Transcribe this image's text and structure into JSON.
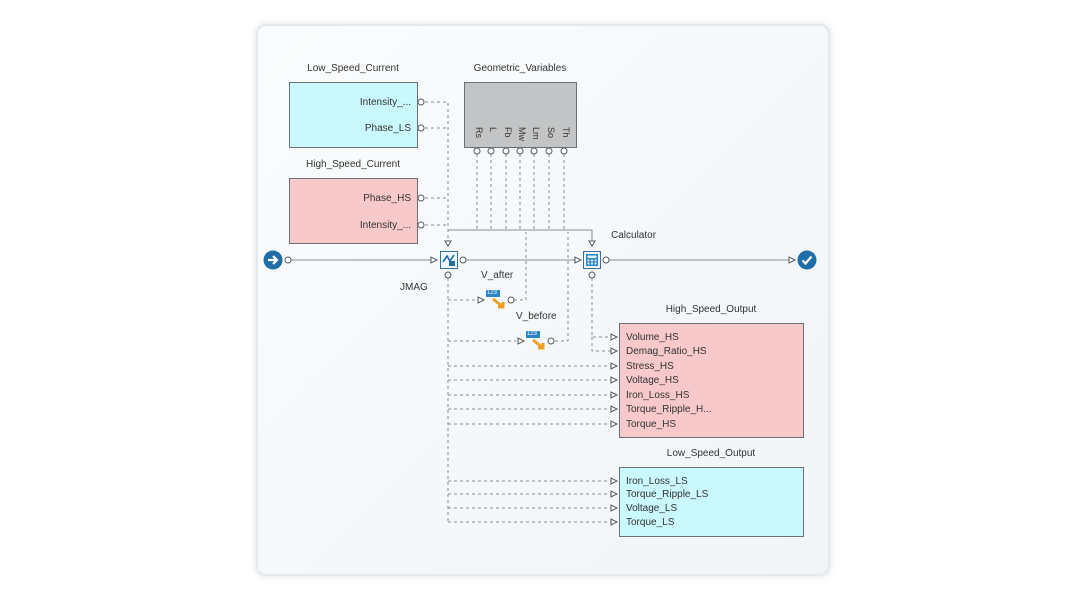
{
  "blocks": {
    "low_speed_current": {
      "title": "Low_Speed_Current",
      "ports": [
        "Intensity_...",
        "Phase_LS"
      ]
    },
    "high_speed_current": {
      "title": "High_Speed_Current",
      "ports": [
        "Phase_HS",
        "Intensity_..."
      ]
    },
    "geometric_variables": {
      "title": "Geometric_Variables",
      "ports": [
        "Rs",
        "L",
        "Fb",
        "Mw",
        "Lm",
        "So",
        "Th"
      ]
    },
    "jmag": {
      "title": "JMAG"
    },
    "calculator": {
      "title": "Calculator"
    },
    "v_after": {
      "title": "V_after",
      "badge": "123"
    },
    "v_before": {
      "title": "V_before",
      "badge": "123"
    },
    "high_speed_output": {
      "title": "High_Speed_Output",
      "ports": [
        "Volume_HS",
        "Demag_Ratio_HS",
        "Stress_HS",
        "Voltage_HS",
        "Iron_Loss_HS",
        "Torque_Ripple_H...",
        "Torque_HS"
      ]
    },
    "low_speed_output": {
      "title": "Low_Speed_Output",
      "ports": [
        "Iron_Loss_LS",
        "Torque_Ripple_LS",
        "Voltage_LS",
        "Torque_LS"
      ]
    }
  },
  "icons": {
    "start": "arrow-right-circle-icon",
    "end": "checkmark-circle-icon",
    "jmag": "jmag-icon",
    "calculator": "calculator-icon",
    "variable": "variable-icon"
  },
  "colors": {
    "input_blue": "#c9f8fd",
    "input_pink": "#f7c9cb",
    "geometric_gray": "#c3c4c5",
    "start_end": "#1f6ea8",
    "badge_blue": "#2b86c5",
    "badge_arrow": "#f0a020"
  }
}
